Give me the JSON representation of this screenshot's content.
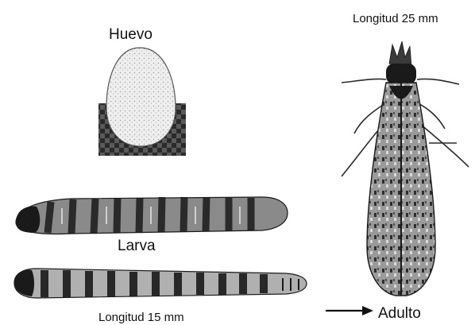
{
  "labels": {
    "egg": "Huevo",
    "larva": "Larva",
    "adult": "Adulto",
    "adult_length": "Longitud 25 mm",
    "larva_length": "Longitud 15 mm"
  },
  "colors": {
    "ink": "#1a1a1a",
    "shade": "#6a6a6a",
    "paper": "#ffffff"
  }
}
